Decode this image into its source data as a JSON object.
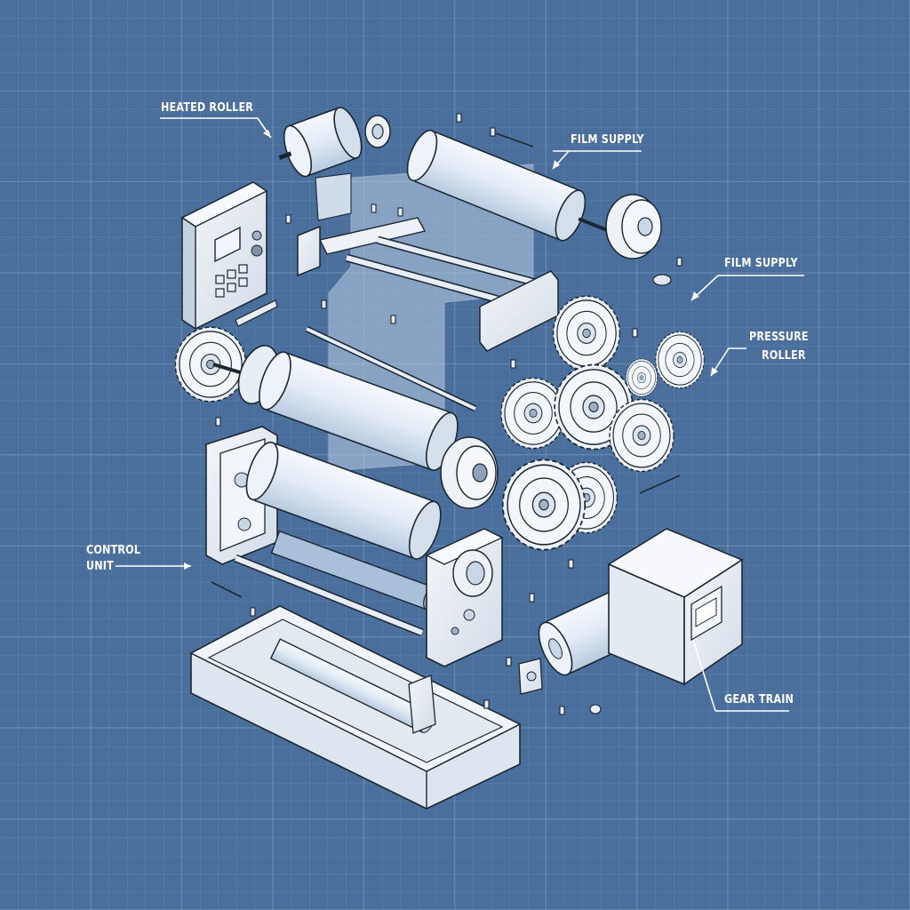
{
  "diagram": {
    "type": "exploded-view technical illustration",
    "background": {
      "color": "#4a6f9c",
      "grid_minor": "#6f90b9",
      "grid_major": "#86a4c8"
    },
    "colors": {
      "part_fill": "#eef2f7",
      "part_shade": "#c9d6e6",
      "roller_fill": "#dfe9f5",
      "outline": "#1b2733",
      "label": "#ffffff",
      "film": "#b9cde4"
    },
    "labels": [
      {
        "id": "heated-roller",
        "text": "HEATED ROLLER"
      },
      {
        "id": "film-supply-1",
        "text": "FILM SUPPLY"
      },
      {
        "id": "film-supply-2",
        "text": "FILM SUPPLY"
      },
      {
        "id": "pressure-roller",
        "text": "PRESSURE ROLLER",
        "line1": "PRESSURE",
        "line2": "ROLLER"
      },
      {
        "id": "control-unit",
        "text": "CONTROL UNIT",
        "line1": "CONTROL",
        "line2": "UNIT"
      },
      {
        "id": "gear-train",
        "text": "GEAR TRAIN"
      }
    ],
    "components": [
      "heated roller",
      "film supply roll",
      "control panel",
      "roller frame",
      "gear cluster",
      "main rollers",
      "side housing",
      "base tray",
      "motor",
      "gearbox housing"
    ]
  }
}
